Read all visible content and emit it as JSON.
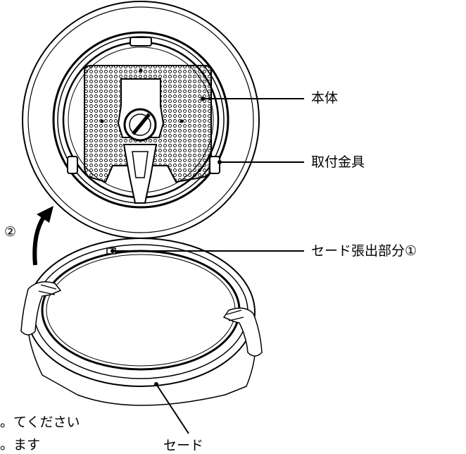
{
  "labels": {
    "body": "本体",
    "bracket": "取付金具",
    "shade_tab": "セード張出部分①",
    "step_two": "②",
    "shade": "セード"
  },
  "caption_lines": [
    "てください。",
    "ます。"
  ],
  "colors": {
    "line": "#000000",
    "background": "#ffffff",
    "ring_fill": "#f4f4f4"
  }
}
